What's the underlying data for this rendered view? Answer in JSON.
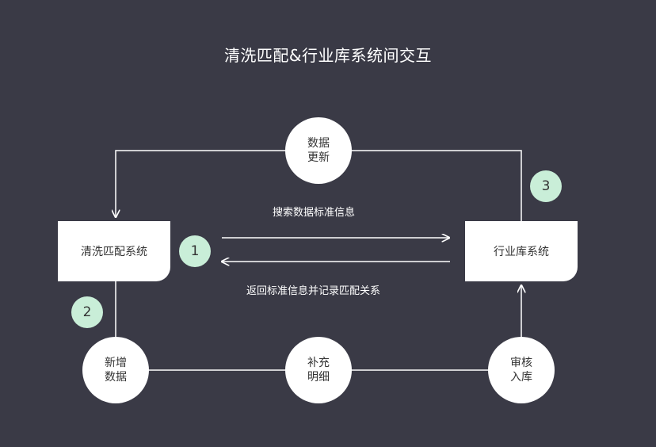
{
  "title": "清洗匹配&行业库系统间交互",
  "nodes": {
    "left_box": "清洗匹配系统",
    "right_box": "行业库系统",
    "data_update": [
      "数据",
      "更新"
    ],
    "add_data": [
      "新增",
      "数据"
    ],
    "supplement": [
      "补充",
      "明细"
    ],
    "review": [
      "审核",
      "入库"
    ]
  },
  "steps": {
    "one": "1",
    "two": "2",
    "three": "3"
  },
  "arrows": {
    "search": "搜索数据标准信息",
    "return": "返回标准信息并记录匹配关系"
  },
  "colors": {
    "background": "#3a3a46",
    "node_fill": "#ffffff",
    "step_badge": "#c9eed8",
    "line": "#ffffff"
  }
}
